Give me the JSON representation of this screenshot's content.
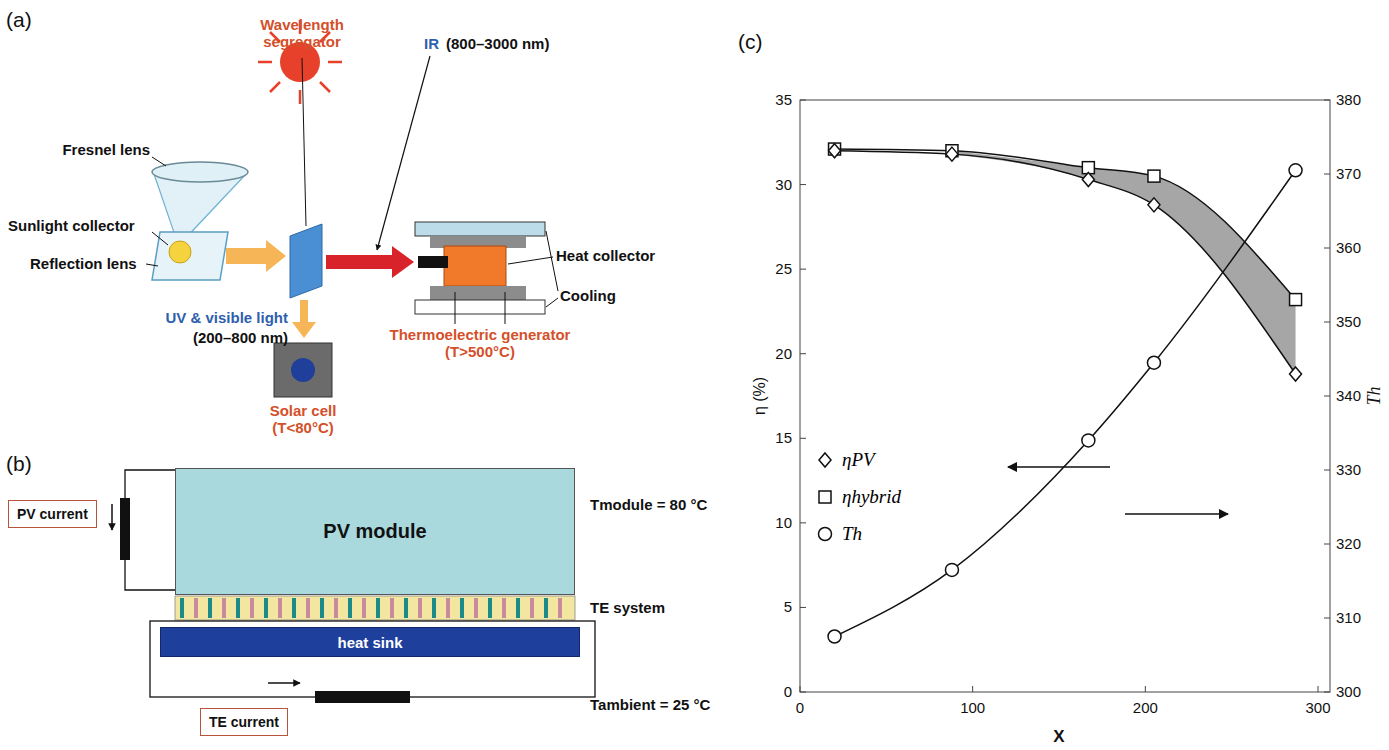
{
  "diagram": {
    "nodes": [
      {
        "text": [
          "PV current"
        ]
      },
      {
        "text": [
          "PV module"
        ]
      },
      {
        "text": [
          "heat sink"
        ]
      },
      {
        "text": [
          "TE current"
        ]
      }
    ],
    "labels": [
      "(a)",
      "Fresnel lens",
      "Wavelength segregator",
      "IR",
      "(800–3000 nm)",
      "Sunlight collector",
      "Reflection lens",
      "Heat collector",
      "UV & visible light",
      "(200–800 nm)",
      "Cooling",
      "Solar cell (T<80°C)",
      "Thermoelectric generator (T>500°C)",
      "(b)",
      "TE system",
      "Tmodule = 80 °C",
      "Tambient = 25 °C",
      "(c)",
      "0",
      "5",
      "10",
      "15",
      "20",
      "25",
      "30",
      "35",
      "300",
      "310",
      "320",
      "330",
      "340",
      "350",
      "360",
      "370",
      "380",
      "0",
      "100",
      "200",
      "300",
      "η (%)",
      "X",
      "Th"
    ],
    "legend": [
      {
        "text": "ηPV"
      },
      {
        "text": "ηhybrid"
      },
      {
        "text": "Th"
      }
    ]
  }
}
